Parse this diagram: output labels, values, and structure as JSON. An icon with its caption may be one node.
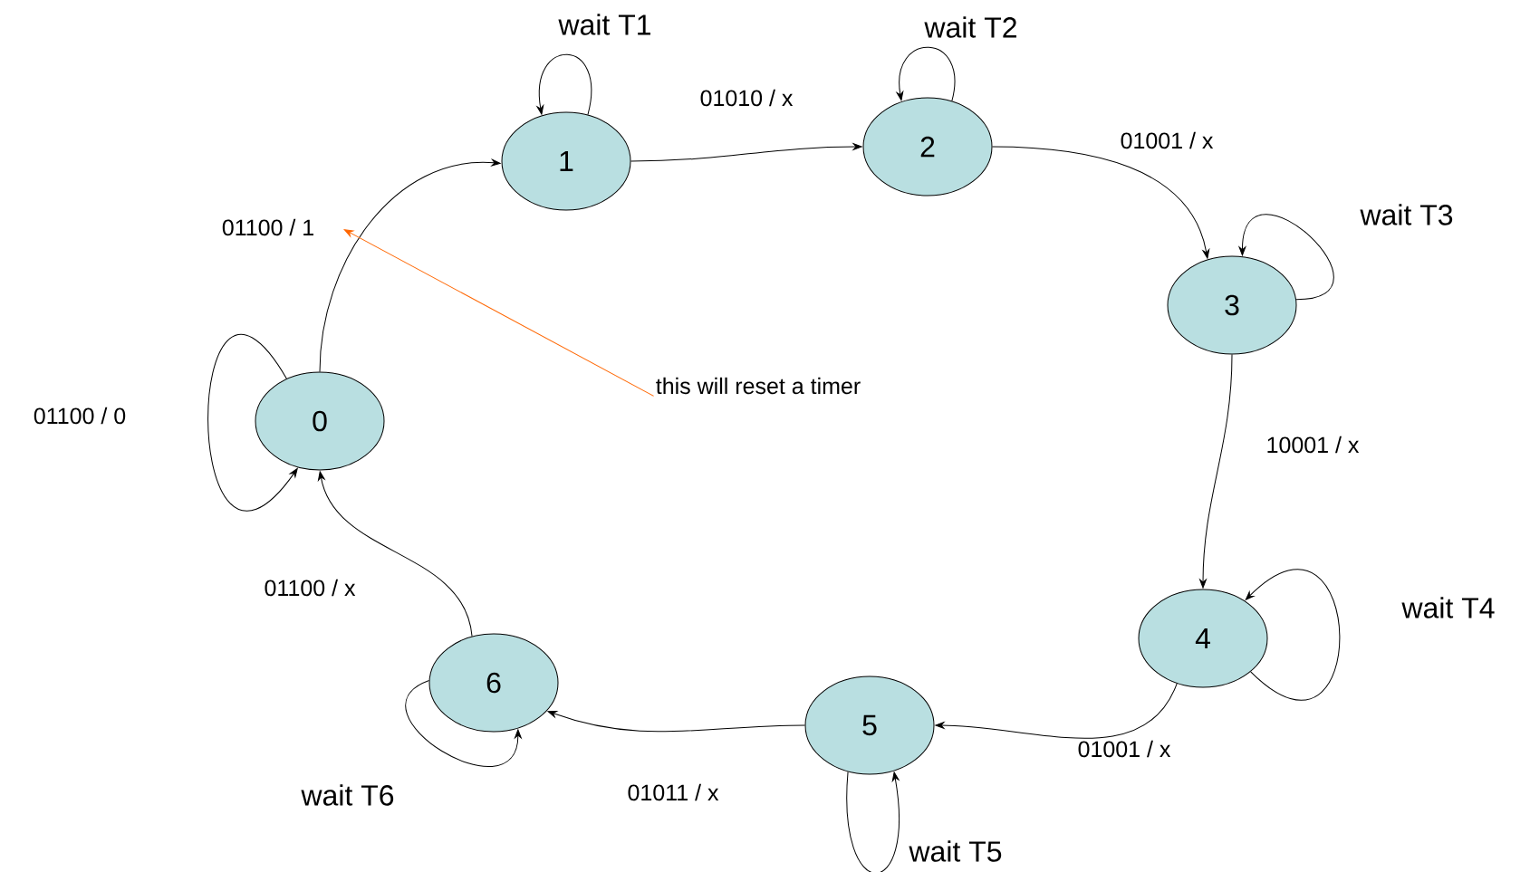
{
  "diagram": {
    "nodes": [
      {
        "text": [
          "0"
        ]
      },
      {
        "text": [
          "1"
        ]
      },
      {
        "text": [
          "2"
        ]
      },
      {
        "text": [
          "3"
        ]
      },
      {
        "text": [
          "4"
        ]
      },
      {
        "text": [
          "5"
        ]
      },
      {
        "text": [
          "6"
        ]
      },
      {
        "text": [
          "this will reset a timer"
        ]
      }
    ],
    "edges": [
      {
        "from": 0,
        "to": 1,
        "arrow": "to",
        "label": "01100 / 1"
      },
      {
        "from": 1,
        "to": 1,
        "arrow": "to",
        "label": "wait T1"
      },
      {
        "from": 1,
        "to": 2,
        "arrow": "to",
        "label": "01010 / x"
      },
      {
        "from": 2,
        "to": 2,
        "arrow": "to",
        "label": "wait T2"
      },
      {
        "from": 2,
        "to": 3,
        "arrow": "to",
        "label": "01001 / x"
      },
      {
        "from": 3,
        "to": 3,
        "arrow": "to",
        "label": "wait T3"
      },
      {
        "from": 3,
        "to": 4,
        "arrow": "to",
        "label": "10001 / x"
      },
      {
        "from": 4,
        "to": 4,
        "arrow": "to",
        "label": "wait T4"
      },
      {
        "from": 4,
        "to": 5,
        "arrow": "to",
        "label": "01001 / x"
      },
      {
        "from": 5,
        "to": 5,
        "arrow": "to",
        "label": "wait T5"
      },
      {
        "from": 5,
        "to": 6,
        "arrow": "to",
        "label": "01011 / x"
      },
      {
        "from": 6,
        "to": 6,
        "arrow": "to",
        "label": "wait T6"
      },
      {
        "from": 6,
        "to": 0,
        "arrow": "to",
        "label": "01100 / x"
      },
      {
        "from": 0,
        "to": 0,
        "arrow": "to",
        "label": "01100 / 0"
      },
      {
        "from": 7,
        "to": null,
        "arrow": "to",
        "color": "#ff6600"
      }
    ]
  }
}
